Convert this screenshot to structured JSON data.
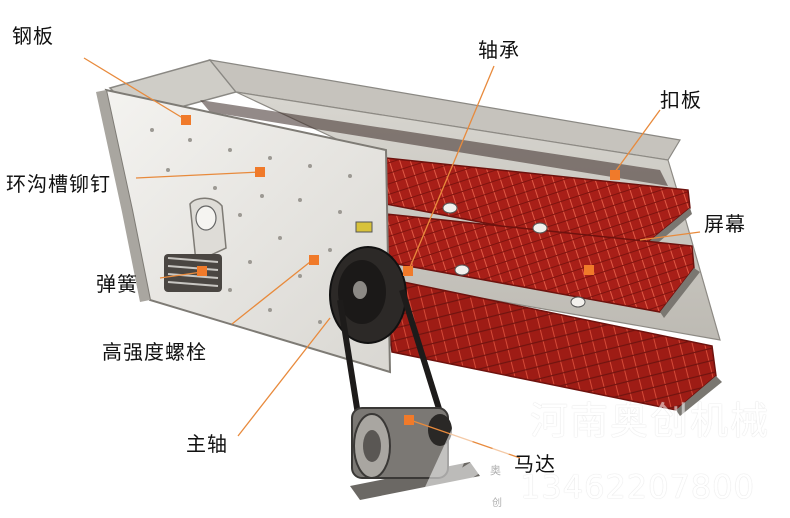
{
  "labels": {
    "steel_plate": "钢板",
    "bearing": "轴承",
    "buckle_plate": "扣板",
    "ring_groove_rivet": "环沟槽铆钉",
    "screen": "屏幕",
    "spring": "弹簧",
    "high_strength_bolt": "高强度螺栓",
    "main_shaft": "主轴",
    "motor": "马达"
  },
  "watermark": {
    "company": "河南奥创机械",
    "phone": "13462207800",
    "logo_small_1": "奥",
    "logo_small_2": "创"
  },
  "colors": {
    "screen_red": "#b8241c",
    "frame_gray": "#e4e2dd",
    "leader_orange": "#e88a3c",
    "marker_orange": "#f07a2a"
  }
}
